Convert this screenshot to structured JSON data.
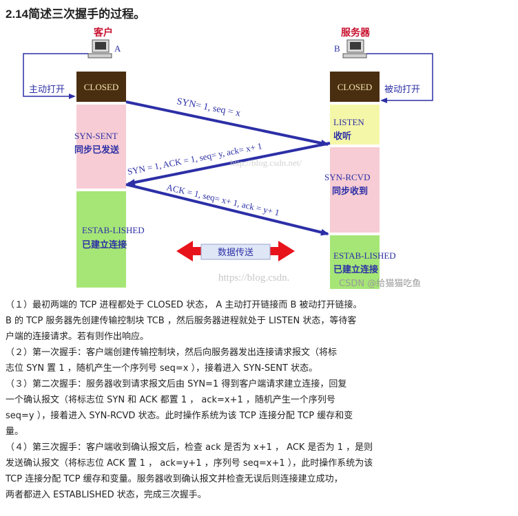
{
  "title": "2.14简述三次握手的过程。",
  "diagram": {
    "client_title": "客户",
    "server_title": "服务器",
    "client_letter": "A",
    "server_letter": "B",
    "client_state_closed": "CLOSED",
    "server_state_closed": "CLOSED",
    "client_open_label": "主动打开",
    "server_open_label": "被动打开",
    "listen": "LISTEN",
    "listen_cn": "收听",
    "syn_sent": "SYN-SENT",
    "syn_sent_cn": "同步已发送",
    "syn_rcvd": "SYN-RCVD",
    "syn_rcvd_cn": "同步收到",
    "estab_client": "ESTAB-LISHED",
    "estab_client_cn": "已建立连接",
    "estab_server": "ESTAB-LISHED",
    "estab_server_cn": "已建立连接",
    "msg1": "SYN= 1, seq = x",
    "msg2": "SYN = 1, ACK = 1, seq= y, ack= x+ 1",
    "msg3": "ACK = 1, seq= x+ 1, ack = y+ 1",
    "data_transfer": "数据传送",
    "watermark_mid": "http://blog.csdn.net/",
    "watermark_bottom": "https://blog.csdn.",
    "csdn_credit": "CSDN @给猫猫吃鱼",
    "colors": {
      "closed_fill": "#4a2e10",
      "closed_text": "#f4e6b0",
      "syn_sent_fill": "#f7ccd4",
      "listen_fill": "#f5f7a8",
      "syn_rcvd_fill": "#f7ccd4",
      "estab_fill": "#a6e676",
      "arrow": "#2c2fa6",
      "state_text": "#2c2fa6",
      "title_red": "#c8102e",
      "data_arrow": "#e8141c"
    }
  },
  "paragraphs": [
    [
      "（１）最初两端的 TCP 进程都处于 CLOSED 状态， A 主动打开链接而 B 被动打开链接。",
      "B 的 TCP 服务器先创建传输控制块 TCB ，然后服务器进程就处于 LISTEN 状态，等待客",
      "户端的连接请求。若有则作出响应。"
    ],
    [
      "（２）第一次握手：客户端创建传输控制块，然后向服务器发出连接请求报文（将标",
      "志位 SYN 置 1 ，随机产生一个序列号 seq=x ），接着进入 SYN-SENT 状态。"
    ],
    [
      "（３）第二次握手：服务器收到请求报文后由 SYN=1 得到客户端请求建立连接，回复",
      "一个确认报文（将标志位 SYN 和 ACK 都置 1 ， ack=x+1 ，随机产生一个序列号",
      "seq=y ），接着进入 SYN-RCVD 状态。此时操作系统为该 TCP 连接分配 TCP 缓存和变",
      "量。"
    ],
    [
      "（４）第三次握手：客户端收到确认报文后，检查 ack 是否为 x+1 ， ACK 是否为 1 ，是则",
      "发送确认报文（将标志位 ACK 置 1 ， ack=y+1 ，序列号 seq=x+1 ），此时操作系统为该",
      "TCP 连接分配 TCP 缓存和变量。服务器收到确认报文并检查无误后则连接建立成功，",
      "两者都进入 ESTABLISHED 状态，完成三次握手。"
    ]
  ]
}
